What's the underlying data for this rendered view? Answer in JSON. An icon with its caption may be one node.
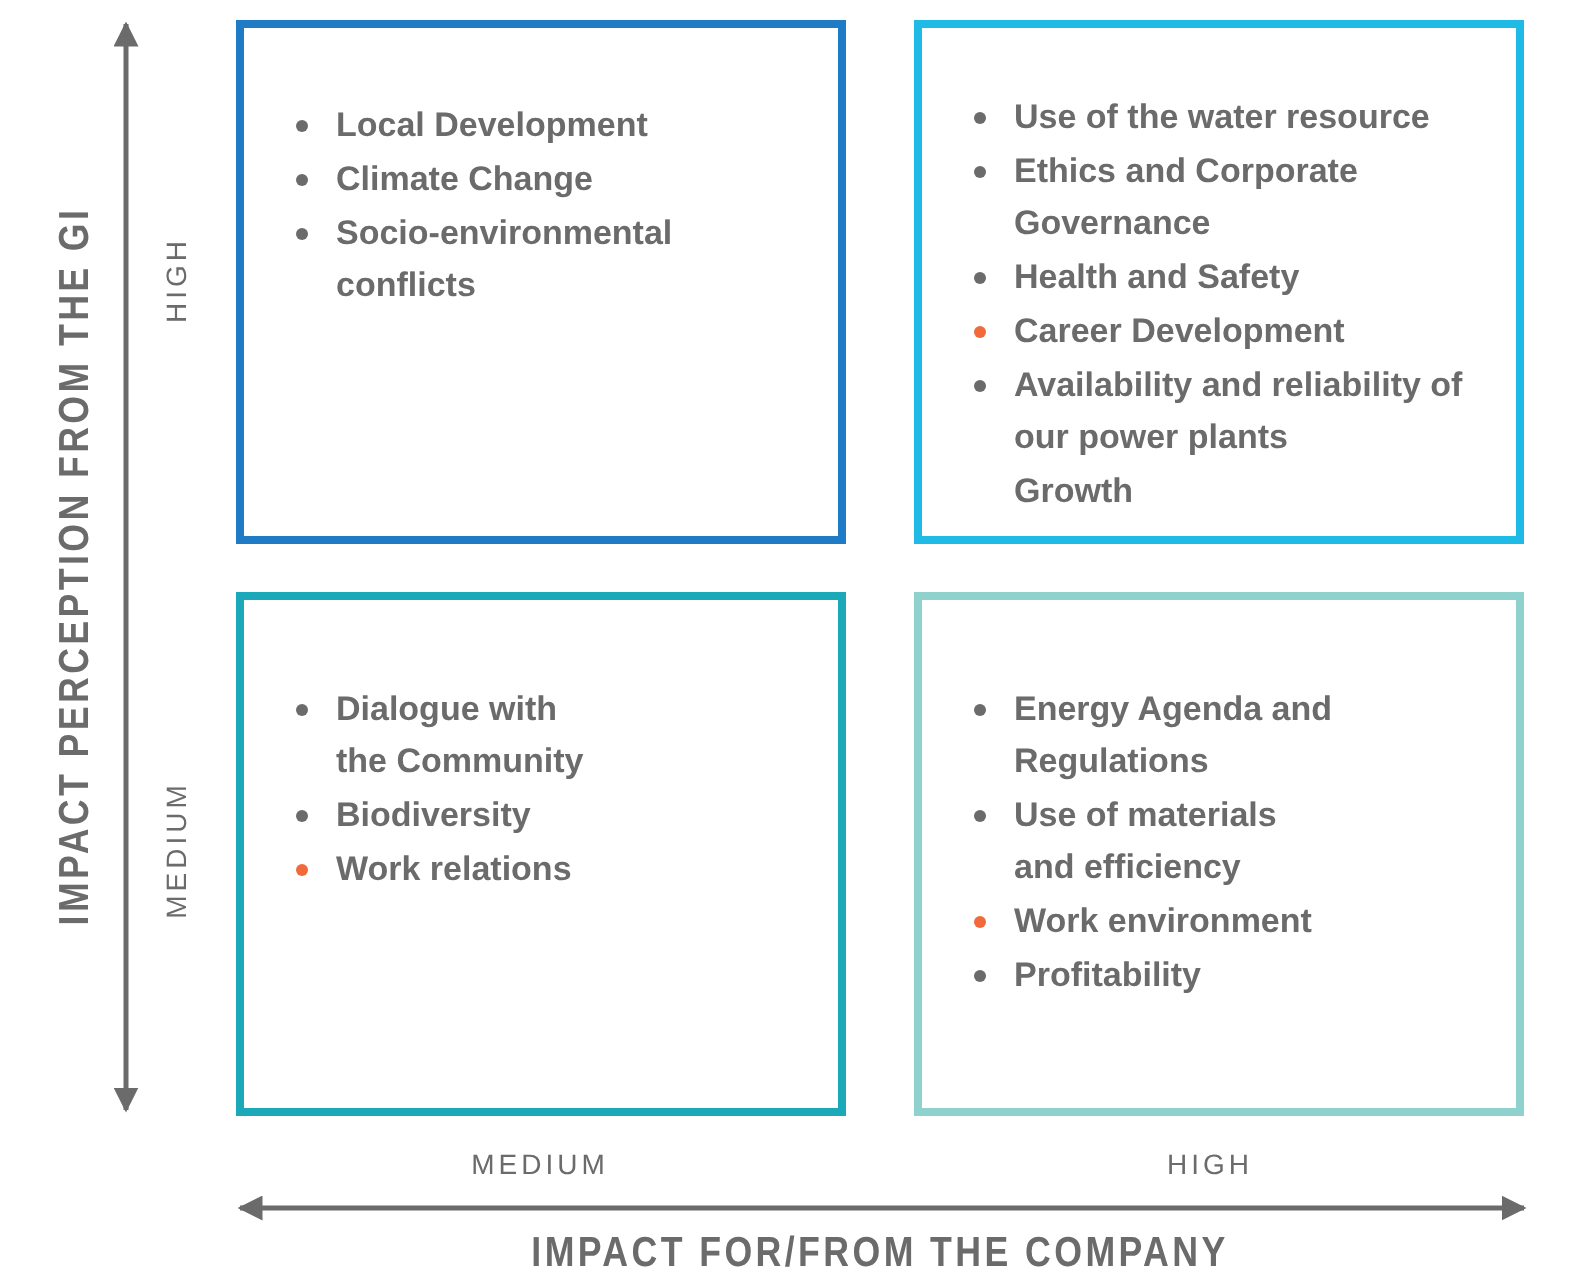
{
  "diagram": {
    "nodes": [
      {
        "text": [
          "Local Development",
          "Climate Change",
          "Socio-environmental conflicts"
        ]
      },
      {
        "text": [
          "Use of the water resource",
          "Ethics and Corporate Governance",
          "Health and Safety",
          "Career Development",
          "Availability and reliability of our power plants",
          "Growth"
        ]
      },
      {
        "text": [
          "Dialogue with the Community",
          "Biodiversity",
          "Work relations"
        ]
      },
      {
        "text": [
          "Energy Agenda and Regulations",
          "Use of materials and efficiency",
          "Work environment",
          "Profitability"
        ]
      }
    ],
    "labels": [
      "IMPACT PERCEPTION FROM THE GI",
      "HIGH",
      "MEDIUM",
      "MEDIUM",
      "HIGH",
      "IMPACT FOR/FROM THE COMPANY"
    ]
  }
}
